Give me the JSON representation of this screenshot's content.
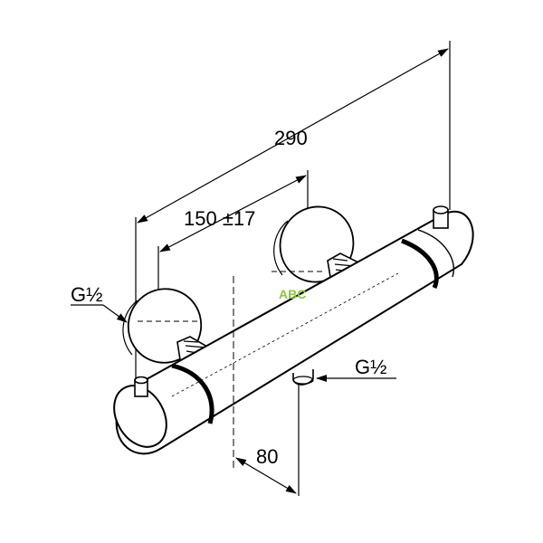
{
  "dimensions": {
    "overall_length": "290",
    "inlet_spacing": "150 ±17",
    "outlet_offset": "80"
  },
  "connections": {
    "inlet_thread": "G½",
    "outlet_thread": "G½"
  },
  "watermark": {
    "text": "ABC",
    "color": "#8cc63f"
  }
}
